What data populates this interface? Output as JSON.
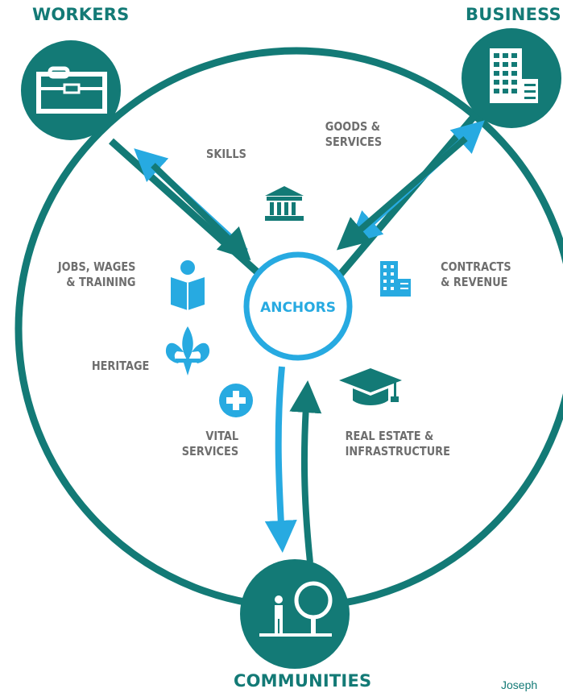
{
  "nodes": {
    "workers": "WORKERS",
    "business": "BUSINESS",
    "communities": "COMMUNITIES",
    "center": "ANCHORS"
  },
  "flows": {
    "skills": "SKILLS",
    "goods": "GOODS &\nSERVICES",
    "jobs": "JOBS, WAGES\n& TRAINING",
    "contracts": "CONTRACTS\n& REVENUE",
    "heritage": "HERITAGE",
    "vital": "VITAL\nSERVICES",
    "real_estate": "REAL ESTATE &\nINFRASTRUCTURE"
  },
  "icons": {
    "workers": "briefcase-icon",
    "business": "office-building-icon",
    "communities": "person-and-tree-icon",
    "civic": "institution-building-icon",
    "jobs": "reader-icon",
    "contracts": "office-building-icon",
    "heritage": "fleur-de-lis-icon",
    "vital": "medical-cross-icon",
    "real_estate": "graduation-cap-icon"
  },
  "credit": "Joseph",
  "colors": {
    "teal": "#137a76",
    "blue": "#27aae1",
    "label_gray": "#6e6e6e"
  }
}
